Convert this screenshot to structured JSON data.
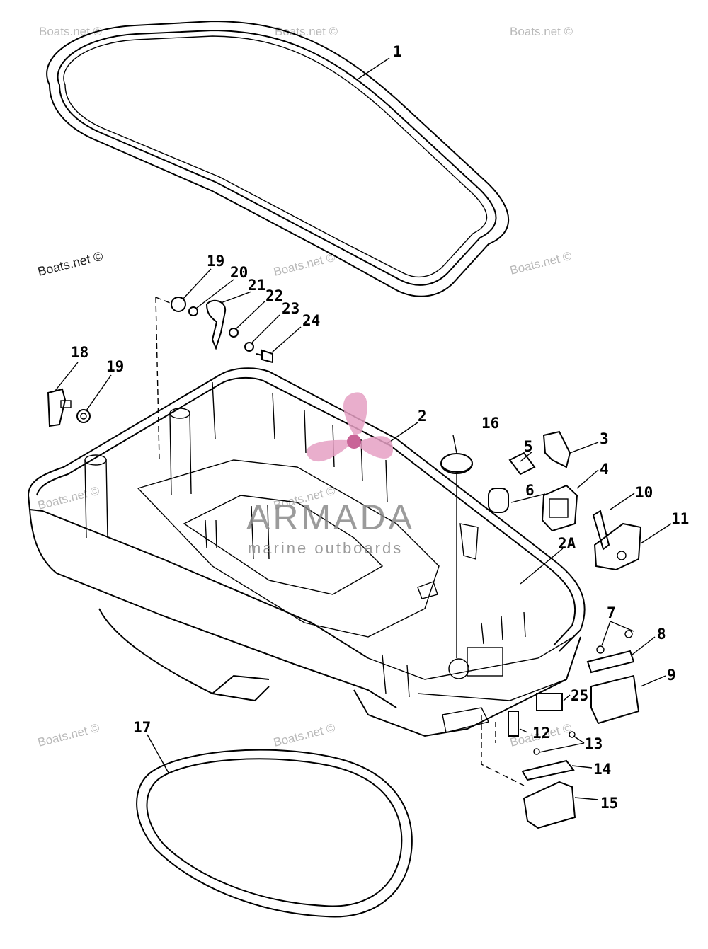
{
  "watermarks": {
    "site": "Boats.net ©",
    "brand_name": "ARMADA",
    "brand_tagline": "marine outboards"
  },
  "callouts": [
    "1",
    "2",
    "2A",
    "3",
    "4",
    "5",
    "6",
    "7",
    "8",
    "9",
    "10",
    "11",
    "12",
    "13",
    "14",
    "15",
    "16",
    "17",
    "18",
    "19",
    "19",
    "20",
    "21",
    "22",
    "23",
    "24",
    "25"
  ],
  "colors": {
    "line": "#000000",
    "watermark": "#b9b9b9",
    "logo_pink": "#e6a0c4",
    "logo_dark": "#c04a86"
  }
}
